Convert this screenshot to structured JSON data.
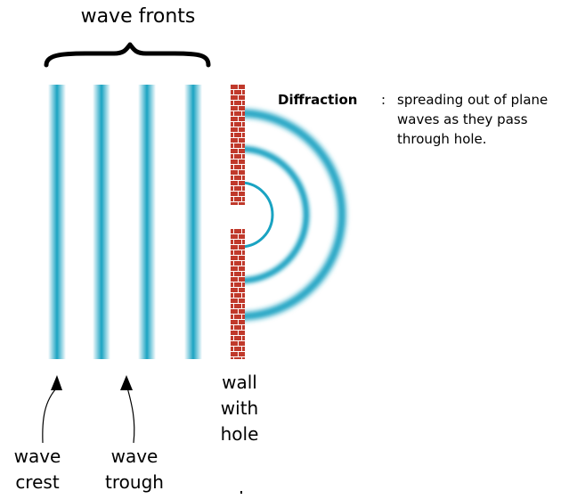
{
  "labels": {
    "wave_fronts": "wave fronts",
    "wave_crest": "wave\ncrest",
    "wave_trough": "wave\ntrough",
    "wall_with_hole": "wall\nwith\nhole"
  },
  "diffraction": {
    "term": "Diffraction",
    "separator": ":",
    "description": "spreading out of plane\nwaves as they pass\nthrough hole."
  },
  "colors": {
    "wave": "#1aa3c2",
    "brick": "#c0392b",
    "mortar": "#ffffff",
    "ink": "#000000"
  }
}
